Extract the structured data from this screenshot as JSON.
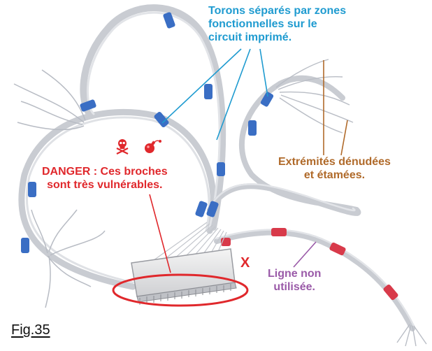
{
  "annotations": {
    "torons": [
      "Torons séparés par zones",
      "fonctionnelles sur le",
      "circuit imprimé."
    ],
    "extremites": [
      "Extrémités dénudées",
      "et étamées."
    ],
    "danger": [
      "DANGER : Ces broches",
      "sont très vulnérables."
    ],
    "ligne": [
      "Ligne non",
      "utilisée."
    ],
    "x_mark": "X",
    "figure": "Fig.35"
  },
  "icons": [
    "skull-crossbones-icon",
    "bomb-icon"
  ],
  "colors": {
    "torons_label": "#1f9bd0",
    "extremites_label": "#b06a2a",
    "danger_label": "#e0282c",
    "ligne_label": "#9a5aa8",
    "wire": "#c9ccd2",
    "sleeve_blue": "#3a6ec4",
    "sleeve_red": "#d83a4a",
    "connector": "#e9e9ea"
  }
}
